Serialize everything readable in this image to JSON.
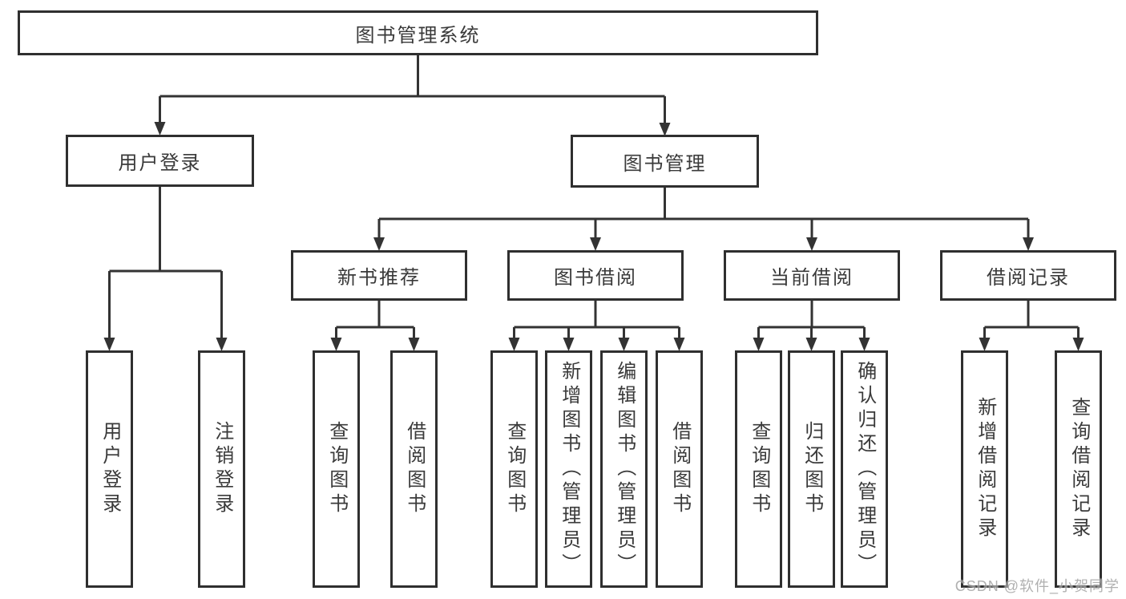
{
  "root": {
    "label": "图书管理系统"
  },
  "branches": [
    {
      "label": "用户登录",
      "children": [
        "用户登录",
        "注销登录"
      ]
    },
    {
      "label": "图书管理"
    }
  ],
  "modules": [
    {
      "label": "新书推荐",
      "children": [
        "查询图书",
        "借阅图书"
      ]
    },
    {
      "label": "图书借阅",
      "children": [
        "查询图书",
        "新增图书（管理员）",
        "编辑图书（管理员）",
        "借阅图书"
      ]
    },
    {
      "label": "当前借阅",
      "children": [
        "查询图书",
        "归还图书",
        "确认归还（管理员）"
      ]
    },
    {
      "label": "借阅记录",
      "children": [
        "新增借阅记录",
        "查询借阅记录"
      ]
    }
  ],
  "watermark": "CSDN @软件_小贺同学",
  "colors": {
    "line": "#333333",
    "box_border": "#2f2f2f",
    "text": "#3a3a3a",
    "background": "#ffffff",
    "watermark": "#9d9d9d"
  }
}
